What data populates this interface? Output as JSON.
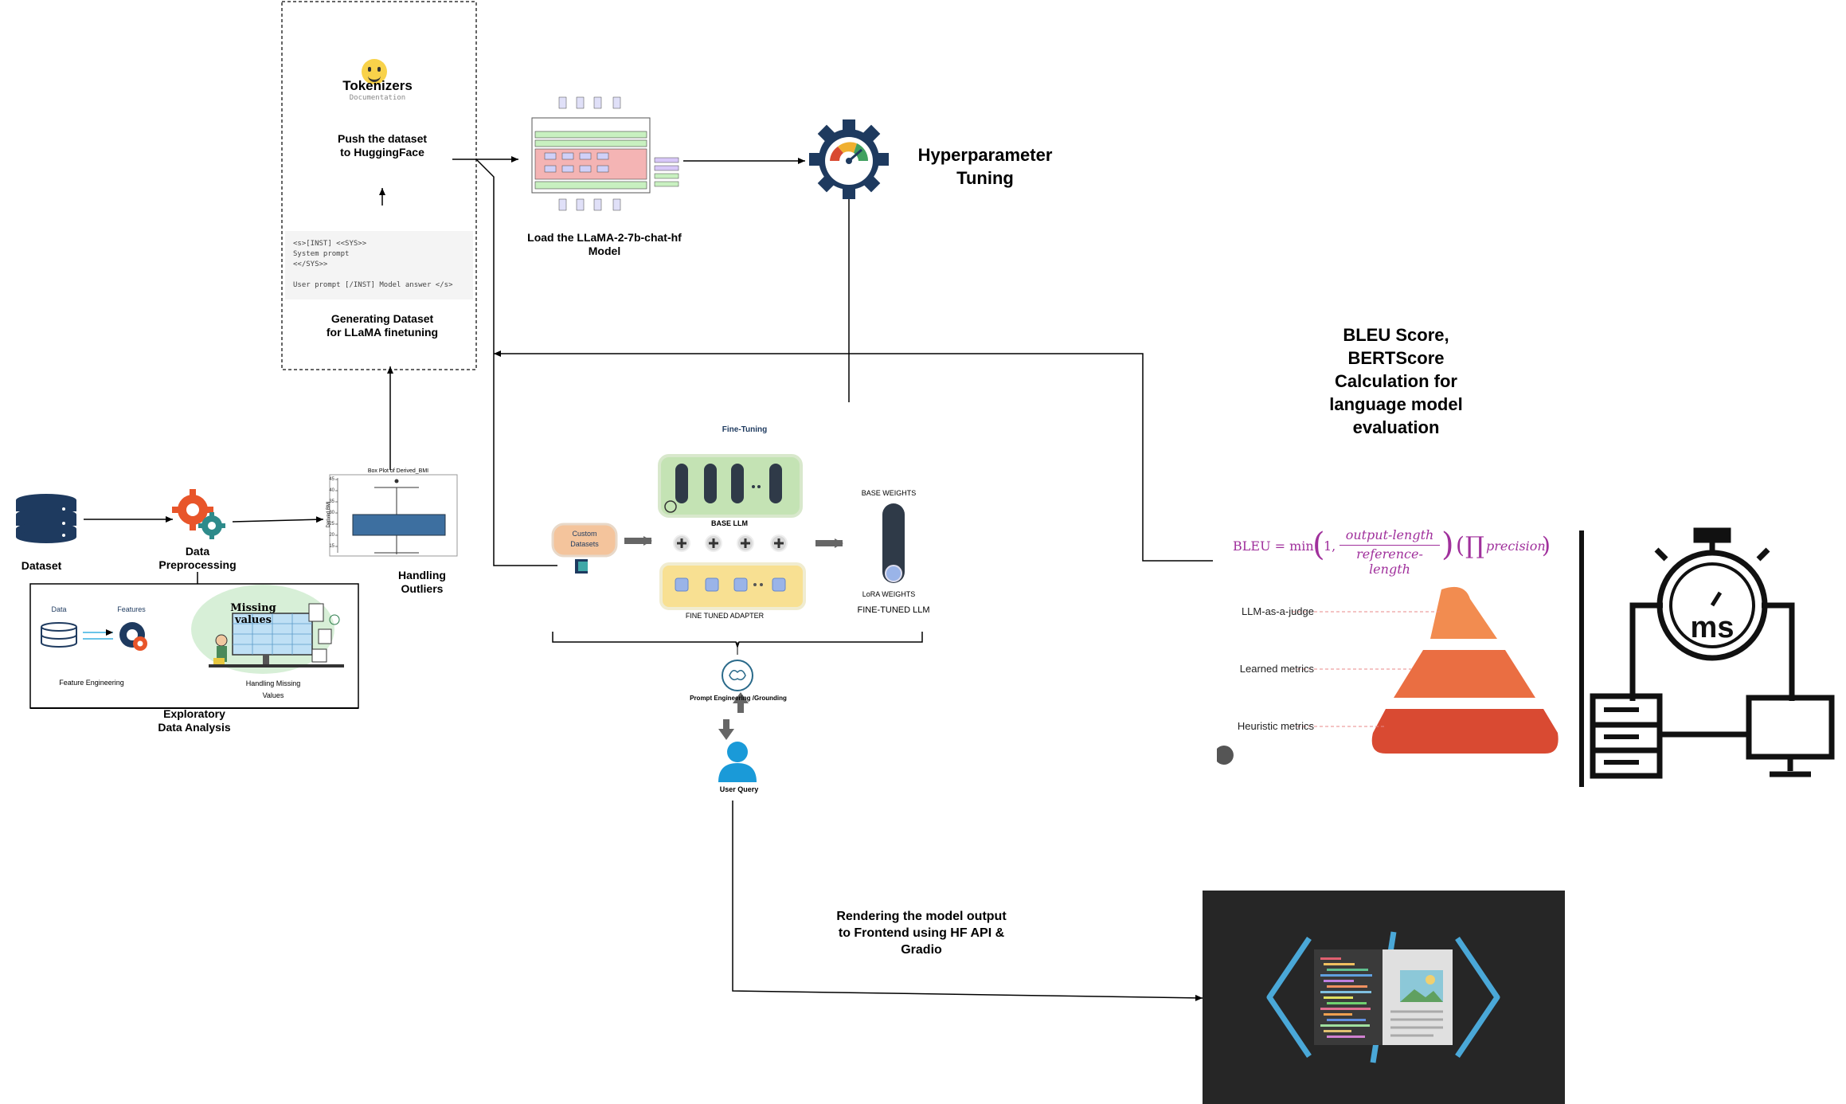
{
  "tokenizer": {
    "title": "Tokenizers",
    "subtitle": "Documentation",
    "push_label": "Push the dataset to HuggingFace",
    "template_lines": [
      "<s>[INST] <<SYS>>",
      "System prompt",
      "<</SYS>>",
      "",
      "User prompt [/INST] Model answer </s>"
    ],
    "generating_label": "Generating Dataset for LLaMA finetuning"
  },
  "model": {
    "load_label": "Load the LLaMA-2-7b-chat-hf Model"
  },
  "hyperparameter": {
    "label": "Hyperparameter Tuning"
  },
  "dataset": {
    "label": "Dataset"
  },
  "preprocessing": {
    "label": "Data Preprocessing"
  },
  "outliers": {
    "label": "Handling Outliers",
    "chart_title": "Box Plot of Derived_BMI",
    "y_axis": "Derived BMI",
    "y_ticks": [
      "45",
      "40",
      "35",
      "30",
      "25",
      "20",
      "15"
    ]
  },
  "eda": {
    "data_label": "Data",
    "features_label": "Features",
    "feature_engineering": "Feature Engineering",
    "missing_title": "Missing values",
    "handling_missing": "Handling Missing Values",
    "title": "Exploratory Data Analysis"
  },
  "finetuning": {
    "title": "Fine-Tuning",
    "base_llm": "BASE LLM",
    "custom_datasets": "Custom Datasets",
    "fine_tuned_adapter": "FINE TUNED ADAPTER",
    "base_weights": "BASE WEIGHTS",
    "lora_weights": "LoRA WEIGHTS",
    "fine_tuned_llm": "FINE-TUNED LLM",
    "prompt_engineering": "Prompt Engineering /Grounding",
    "user_query": "User Query"
  },
  "evaluation": {
    "title": "BLEU Score, BERTScore Calculation for language model evaluation",
    "formula_lhs": "BLEU = min",
    "formula_num": "output-length",
    "formula_den": "reference-length",
    "formula_tail": "precision",
    "pyramid": [
      "LLM-as-a-judge",
      "Learned metrics",
      "Heuristic metrics"
    ],
    "latency_unit": "ms"
  },
  "frontend": {
    "label": "Rendering the model output to Frontend using HF API & Gradio"
  },
  "colors": {
    "gear_blue": "#1e3a5f",
    "pyramid_top": "#f28c50",
    "pyramid_bottom": "#d94a32",
    "formula_purple": "#a0309c",
    "custom_fill": "#f4c49c",
    "base_green": "#c4e3b4",
    "adapter_yellow": "#f8e092",
    "dark_panel": "#262626"
  }
}
